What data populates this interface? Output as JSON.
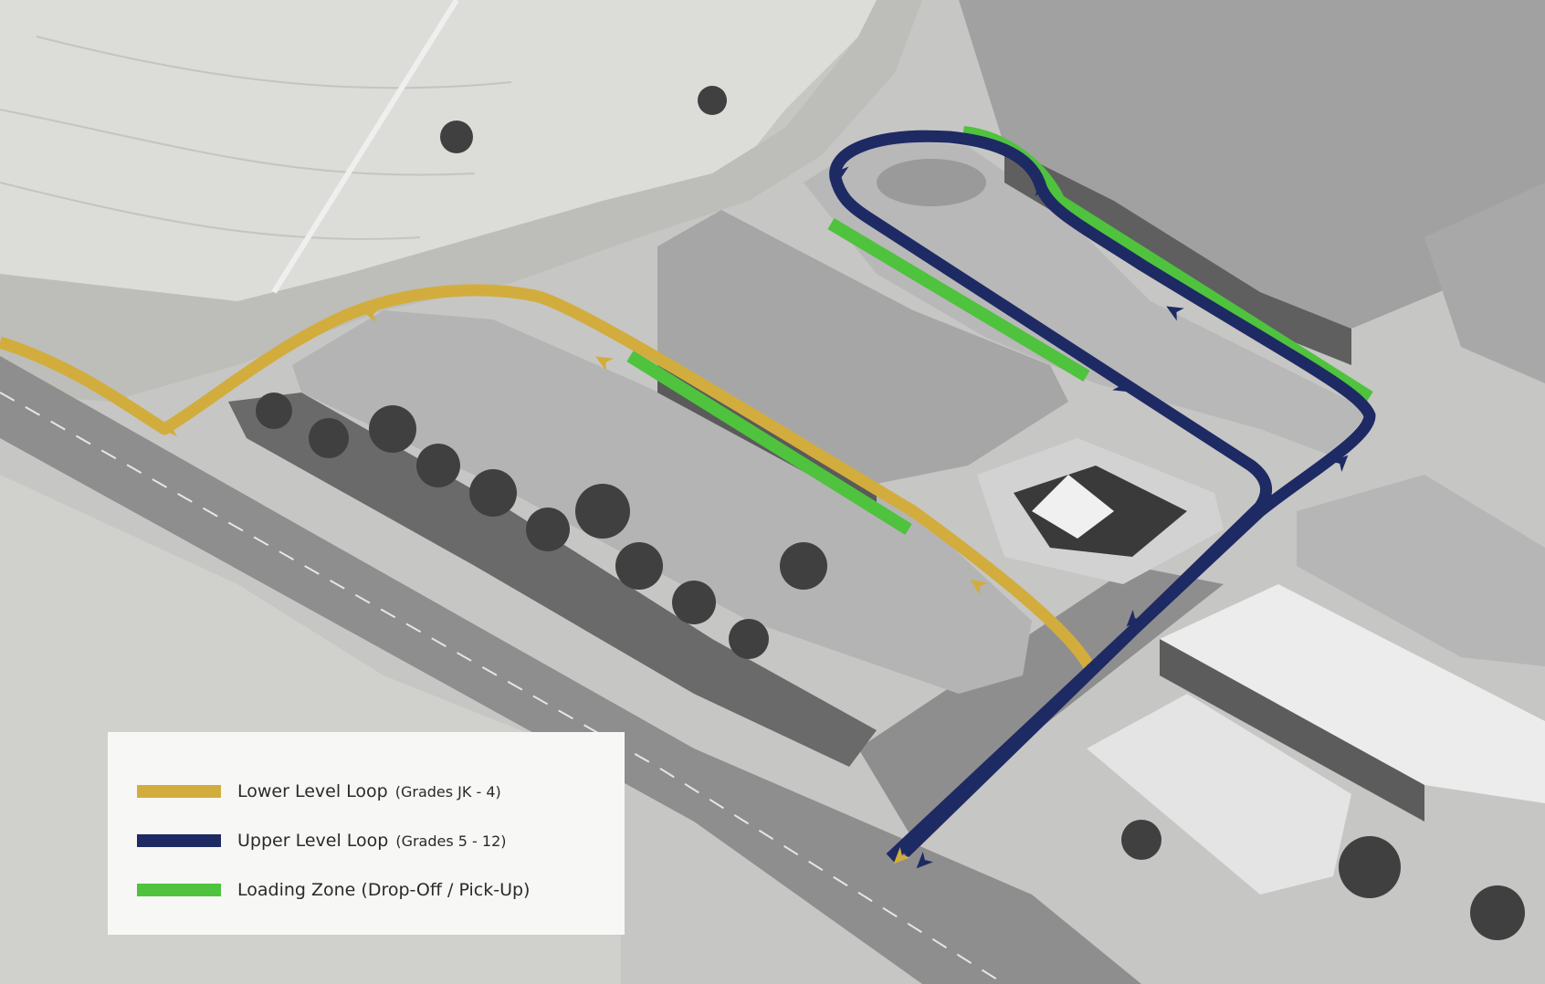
{
  "colors": {
    "lower": "#d2ad3d",
    "upper": "#1e2a63",
    "loading": "#4fc23e",
    "road": "#8a8a8a",
    "lot": "#b2b2b2",
    "grass": "#d9d9d6",
    "roof": "#a3a3a3",
    "roof_light": "#e8e8e8",
    "tree": "#3f3f3f"
  },
  "legend": {
    "items": [
      {
        "key": "lower",
        "label": "Lower Level Loop",
        "note": "(Grades JK - 4)",
        "color": "#d2ad3d"
      },
      {
        "key": "upper",
        "label": "Upper Level Loop",
        "note": "(Grades 5 - 12)",
        "color": "#1e2a63"
      },
      {
        "key": "loading",
        "label": "Loading Zone (Drop-Off / Pick-Up)",
        "note": "",
        "color": "#4fc23e"
      }
    ]
  }
}
